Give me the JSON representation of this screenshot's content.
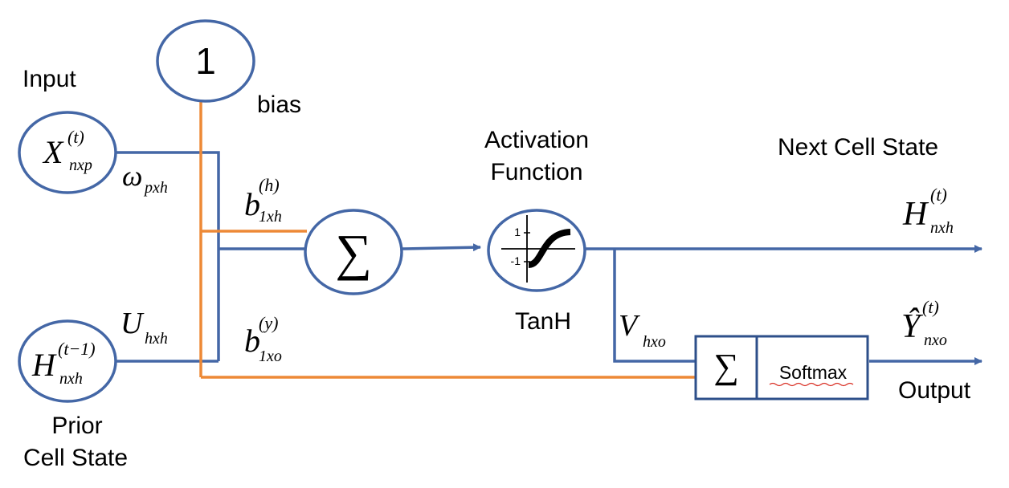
{
  "labels": {
    "input": "Input",
    "bias_value": "1",
    "bias": "bias",
    "activation_line1": "Activation",
    "activation_line2": "Function",
    "next_cell_state": "Next Cell State",
    "tanh": "TanH",
    "prior_line1": "Prior",
    "prior_line2": "Cell State",
    "output": "Output",
    "softmax": "Softmax",
    "sum_symbol": "∑",
    "tanh_tick_pos": "1",
    "tanh_tick_neg": "-1"
  },
  "math": {
    "x_input": {
      "base": "X",
      "sup": "(t)",
      "sub": "nxp"
    },
    "h_prior": {
      "base": "H",
      "sup": "(t−1)",
      "sub": "nxh"
    },
    "omega": {
      "base": "ω",
      "sub": "pxh"
    },
    "u": {
      "base": "U",
      "sub": "hxh"
    },
    "b_h": {
      "base": "b",
      "sup": "(h)",
      "sub": "1xh"
    },
    "b_y": {
      "base": "b",
      "sup": "(y)",
      "sub": "1xo"
    },
    "h_next": {
      "base": "H",
      "sup": "(t)",
      "sub": "nxh"
    },
    "v": {
      "base": "V",
      "sub": "hxo"
    },
    "y_hat": {
      "base": "Ŷ",
      "sup": "(t)",
      "sub": "nxo"
    }
  },
  "colors": {
    "node_stroke": "#4467a6",
    "bias_line": "#ed8936",
    "box_stroke": "#2d4f8a",
    "squiggle": "#d93025"
  }
}
